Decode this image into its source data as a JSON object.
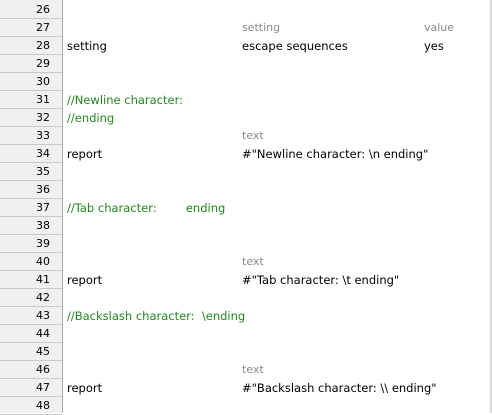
{
  "editor": {
    "rows": [
      {
        "num": "26",
        "c1": "",
        "c2": "",
        "c3": "",
        "kind": "empty"
      },
      {
        "num": "27",
        "c1": "",
        "c2": "setting",
        "c3": "value",
        "kind": "hint"
      },
      {
        "num": "28",
        "c1": "setting",
        "c2": "escape sequences",
        "c3": "yes",
        "kind": "code"
      },
      {
        "num": "29",
        "c1": "",
        "c2": "",
        "c3": "",
        "kind": "empty"
      },
      {
        "num": "30",
        "c1": "",
        "c2": "",
        "c3": "",
        "kind": "empty"
      },
      {
        "num": "31",
        "c1": "//Newline character:",
        "c2": "",
        "c3": "",
        "kind": "comment"
      },
      {
        "num": "32",
        "c1": "//ending",
        "c2": "",
        "c3": "",
        "kind": "comment"
      },
      {
        "num": "33",
        "c1": "",
        "c2": "text",
        "c3": "",
        "kind": "hint"
      },
      {
        "num": "34",
        "c1": "report",
        "c2": "#\"Newline character: \\n ending\"",
        "c3": "",
        "kind": "code"
      },
      {
        "num": "35",
        "c1": "",
        "c2": "",
        "c3": "",
        "kind": "empty"
      },
      {
        "num": "36",
        "c1": "",
        "c2": "",
        "c3": "",
        "kind": "empty"
      },
      {
        "num": "37",
        "c1": "//Tab character:        ending",
        "c2": "",
        "c3": "",
        "kind": "comment"
      },
      {
        "num": "38",
        "c1": "",
        "c2": "",
        "c3": "",
        "kind": "empty"
      },
      {
        "num": "39",
        "c1": "",
        "c2": "",
        "c3": "",
        "kind": "empty"
      },
      {
        "num": "40",
        "c1": "",
        "c2": "text",
        "c3": "",
        "kind": "hint"
      },
      {
        "num": "41",
        "c1": "report",
        "c2": "#\"Tab character: \\t ending\"",
        "c3": "",
        "kind": "code"
      },
      {
        "num": "42",
        "c1": "",
        "c2": "",
        "c3": "",
        "kind": "empty"
      },
      {
        "num": "43",
        "c1": "//Backslash character:  \\ending",
        "c2": "",
        "c3": "",
        "kind": "comment"
      },
      {
        "num": "44",
        "c1": "",
        "c2": "",
        "c3": "",
        "kind": "empty"
      },
      {
        "num": "45",
        "c1": "",
        "c2": "",
        "c3": "",
        "kind": "empty"
      },
      {
        "num": "46",
        "c1": "",
        "c2": "text",
        "c3": "",
        "kind": "hint"
      },
      {
        "num": "47",
        "c1": "report",
        "c2": "#\"Backslash character: \\\\ ending\"",
        "c3": "",
        "kind": "code"
      },
      {
        "num": "48",
        "c1": "",
        "c2": "",
        "c3": "",
        "kind": "empty"
      }
    ]
  }
}
